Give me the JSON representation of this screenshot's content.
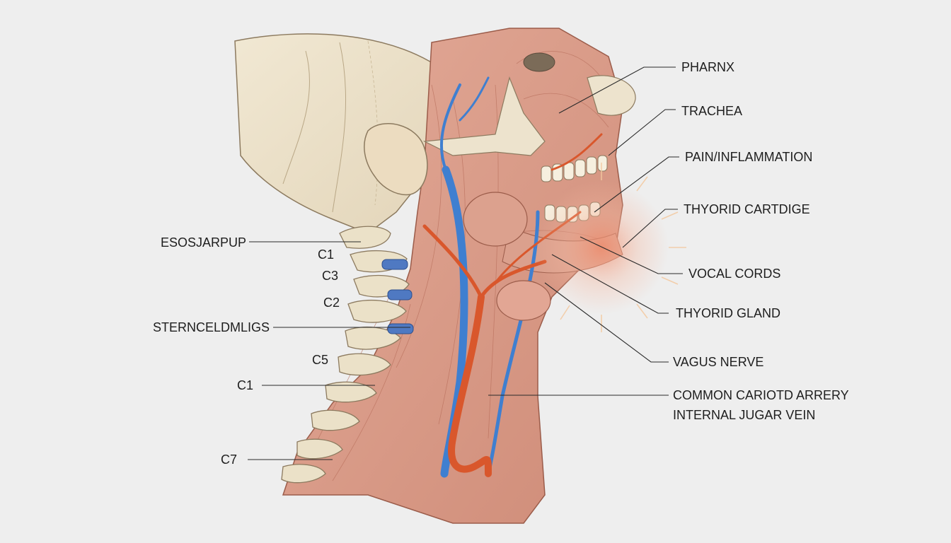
{
  "diagram": {
    "labels_right": {
      "pharnx": "PHARNX",
      "trachea": "TRACHEA",
      "pain": "PAIN/INFLAMMATION",
      "thyroid_cartilage": "THYORID CARTDIGE",
      "vocal_cords": "VOCAL CORDS",
      "thyroid_gland": "THYORID GLAND",
      "vagus_nerve": "VAGUS NERVE",
      "carotid": "COMMON CARIOTD ARRERY",
      "jugular": "INTERNAL JUGAR VEIN"
    },
    "labels_left": {
      "esophagus": "ESOSJARPUP",
      "sternocleido": "STERNCELDMLIGS",
      "c1_upper": "C1",
      "c3": "C3",
      "c2": "C2",
      "c5": "C5",
      "c1_lower": "C1",
      "c7": "C7"
    },
    "colors": {
      "background": "#eeeeee",
      "bone": "#ece2cc",
      "muscle": "#dc9f8c",
      "vein": "#3f7fd0",
      "artery": "#d9572c",
      "inflammation": "#f5b8a0"
    }
  }
}
